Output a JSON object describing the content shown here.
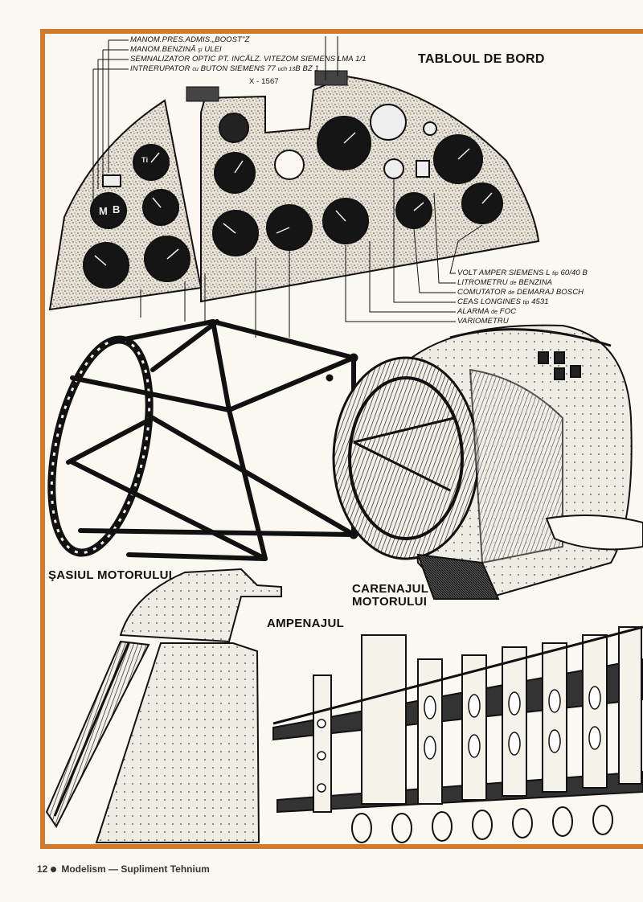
{
  "sections": {
    "dashboard": "TABLOUL DE BORD",
    "engine_mount": "ŞASIUL MOTORULUI",
    "engine_cowling_line1": "CARENAJUL",
    "engine_cowling_line2": "MOTORULUI",
    "tail": "AMPENAJUL"
  },
  "callouts_left": [
    {
      "main": "MANOM.PRES.ADMIS.„BOOST\"Z"
    },
    {
      "main": "MANOM.BENZINĂ ",
      "lower": "şi",
      "rest": " ULEI"
    },
    {
      "main": "SEMNALIZATOR OPTIC PT. INCĂLZ. VITEZOM SIEMENS LMA 1/1"
    },
    {
      "main": "INTRERUPATOR ",
      "lower": "cu",
      "rest": " BUTON SIEMENS 77 ",
      "lower2": "uch 13",
      "rest2": "b Bz 1"
    }
  ],
  "part_code": "x - 1567",
  "callouts_right": [
    {
      "main": "VOLT AMPER SIEMENS L ",
      "lower": "tip",
      "rest": " 60/40 b"
    },
    {
      "main": "LITROMETRU ",
      "lower": "de",
      "rest": " BENZINA"
    },
    {
      "main": "COMUTATOR ",
      "lower": "de",
      "rest": " DEMARAJ BOSCH"
    },
    {
      "main": "CEAS LONGINES ",
      "lower": "tip",
      "rest": " 4531"
    },
    {
      "main": "ALARMA ",
      "lower": "de",
      "rest": " FOC"
    },
    {
      "main": "VARIOMETRU"
    }
  ],
  "instrument_marks": [
    "M",
    "B",
    "Ti"
  ],
  "footer": {
    "page": "12",
    "publication": "Modelism — Supliment Tehnium"
  },
  "colors": {
    "frame": "#d27a2c",
    "ink": "#111111",
    "paper": "#fbf8f1",
    "panel": "#d9d4c8"
  }
}
